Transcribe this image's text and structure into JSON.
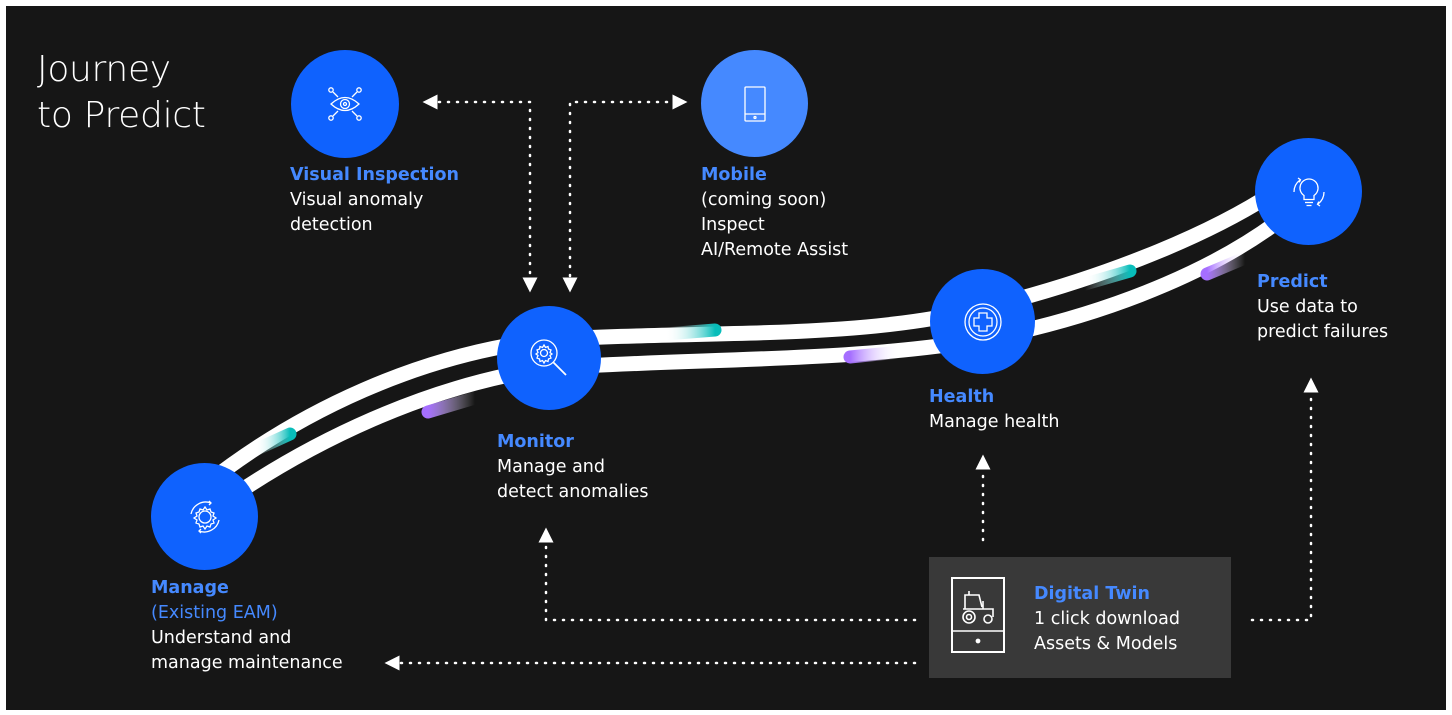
{
  "title": {
    "line1": "Journey",
    "line2": "to Predict"
  },
  "nodes": {
    "manage": {
      "icon": "gear-cycle-icon",
      "title": "Manage",
      "subtitle": "(Existing EAM)",
      "line1": "Understand and",
      "line2": "manage maintenance"
    },
    "monitor": {
      "icon": "magnifier-gear-icon",
      "title": "Monitor",
      "line1": "Manage and",
      "line2": "detect anomalies"
    },
    "health": {
      "icon": "health-cross-icon",
      "title": "Health",
      "line1": "Manage health"
    },
    "predict": {
      "icon": "lightbulb-icon",
      "title": "Predict",
      "line1": "Use data to",
      "line2": "predict failures"
    },
    "visual_inspection": {
      "icon": "eye-network-icon",
      "title": "Visual Inspection",
      "line1": "Visual anomaly",
      "line2": "detection"
    },
    "mobile": {
      "icon": "mobile-device-icon",
      "title": "Mobile",
      "line1": "(coming soon)",
      "line2": "Inspect",
      "line3": "AI/Remote Assist"
    },
    "digital_twin": {
      "icon": "tractor-tablet-icon",
      "title": "Digital Twin",
      "line1": "1 click download",
      "line2": "Assets & Models"
    }
  },
  "colors": {
    "background": "#161616",
    "node_blue": "#0f62fe",
    "node_light_blue": "#4589ff",
    "label_blue": "#4589ff",
    "teal_accent": "#08bdba",
    "purple_accent": "#a56eff",
    "card": "#393939"
  }
}
